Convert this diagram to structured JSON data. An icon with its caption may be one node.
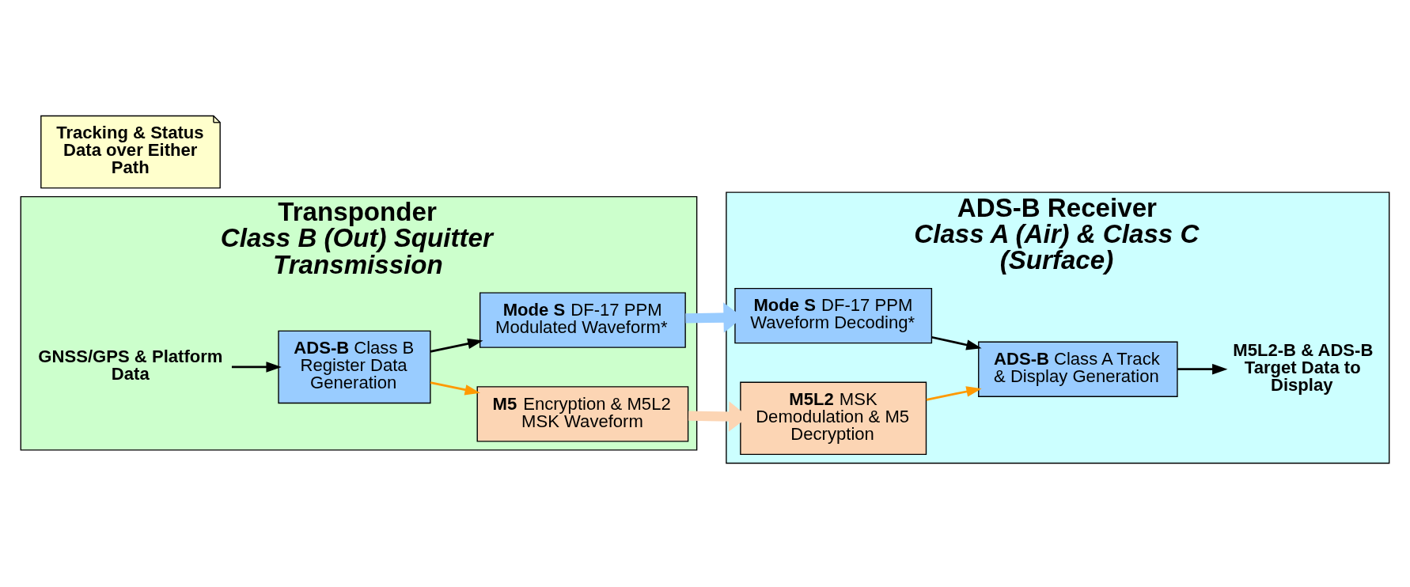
{
  "diagram": {
    "nodes": [
      {
        "text": [
          "Transponder",
          "Class B (Out) Squitter Transmission"
        ]
      },
      {
        "text": [
          "**ADS-B** Class B Register Data Generation"
        ],
        "in": 0
      },
      {
        "text": [
          "**M5** Encryption & M5L2 MSK Waveform"
        ],
        "in": 0
      },
      {
        "text": [
          "**Mode S** DF-17 PPM Modulated Waveform*"
        ],
        "in": 0
      },
      {
        "text": [
          "ADS-B Receiver",
          "Class A (Air) & Class C (Surface)"
        ]
      },
      {
        "text": [
          "**M5L2** MSK Demodulation & M5 Decryption"
        ],
        "in": 4
      },
      {
        "text": [
          "**Mode S** DF-17 PPM Waveform Decoding*"
        ],
        "in": 4
      },
      {
        "text": [
          "**ADS-B** Class A Track & Display Generation"
        ],
        "in": 4
      },
      {
        "text": [
          "GNSS/GPS & Platform Data"
        ],
        "in": 0
      },
      {
        "text": [
          "M5L2-B & ADS-B Target Data to Display"
        ],
        "in": 4
      },
      {
        "text": [
          "Tracking & Status Data over Either Path"
        ]
      }
    ],
    "edges": [
      {
        "from": 8,
        "to": 1,
        "arrow": "to"
      },
      {
        "from": 1,
        "to": 3,
        "arrow": "to"
      },
      {
        "from": 1,
        "to": 2,
        "arrow": "to",
        "color": "#ff9900"
      },
      {
        "from": 2,
        "to": 5,
        "arrow": "to",
        "style": "thick",
        "color": "#fcd5b4"
      },
      {
        "from": 3,
        "to": 6,
        "arrow": "to",
        "style": "thick",
        "color": "#99ccff"
      },
      {
        "from": 5,
        "to": 7,
        "arrow": "to",
        "color": "#ff9900"
      },
      {
        "from": 6,
        "to": 7,
        "arrow": "to"
      },
      {
        "from": 7,
        "to": 9,
        "arrow": "to"
      }
    ]
  }
}
